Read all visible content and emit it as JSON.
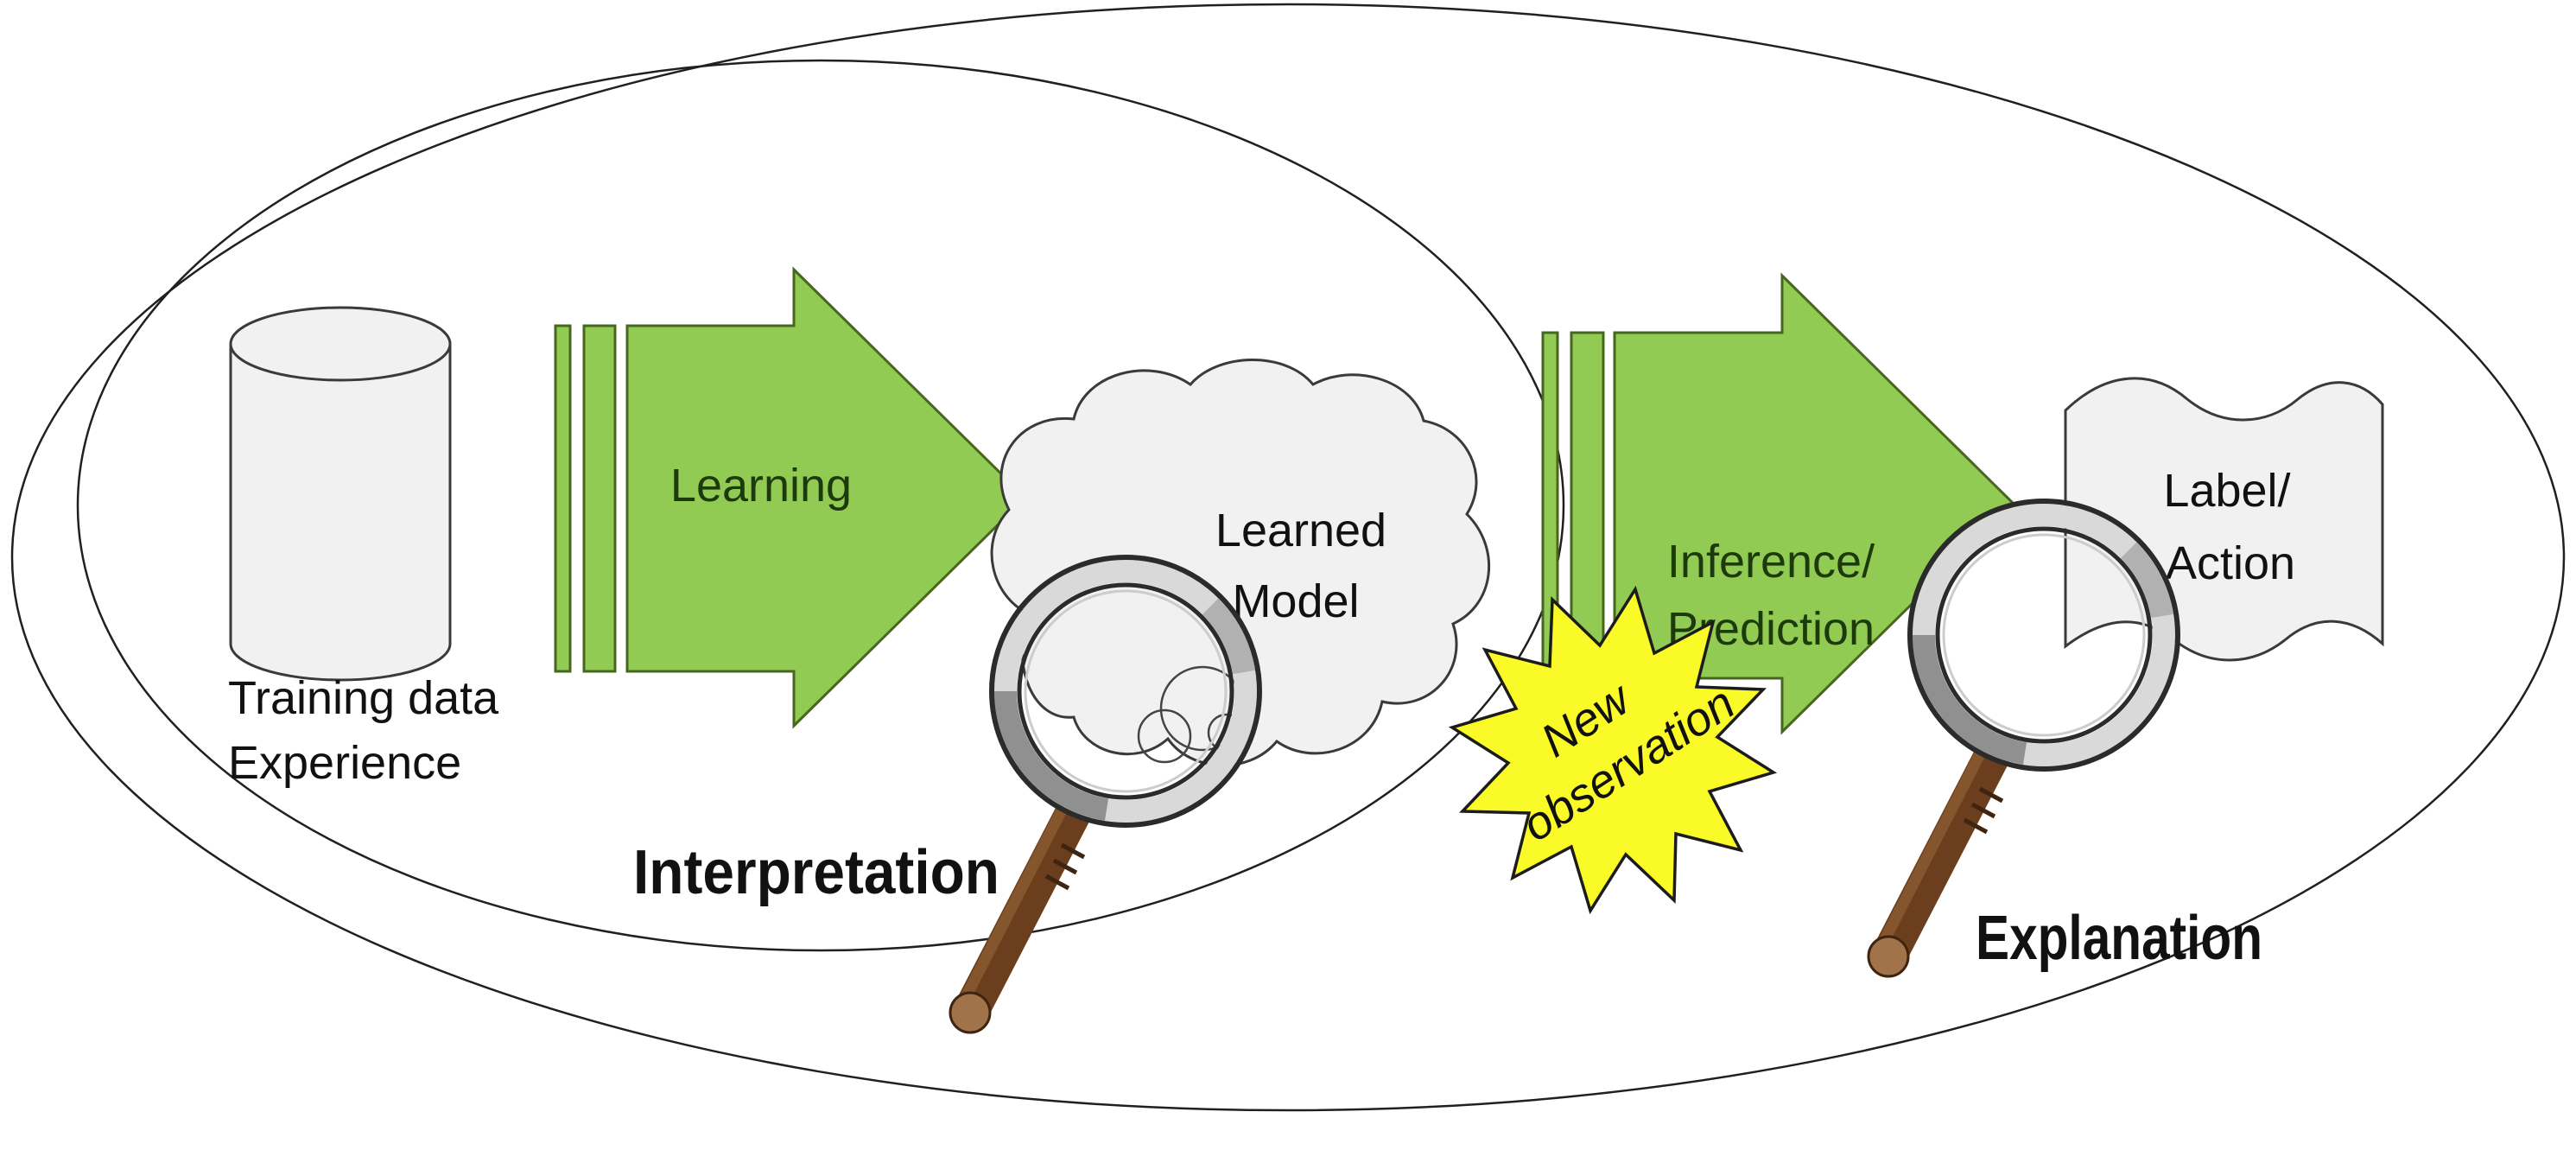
{
  "colors": {
    "arrow_green": "#92CB53",
    "arrow_outline": "#47661F",
    "arrow_text_green": "#1D3A0C",
    "shape_fill": "#F1F1F1",
    "shape_outline": "#3A3A3A",
    "star_yellow": "#FAFA28",
    "handle_brown": "#6B3E1E",
    "label_black": "#111111"
  },
  "nodes": {
    "training_data": {
      "line1": "Training data",
      "line2": "Experience"
    },
    "learning_arrow": {
      "label": "Learning"
    },
    "learned_model": {
      "line1": "Learned",
      "line2": "Model"
    },
    "interpretation": {
      "label": "Interpretation"
    },
    "new_observation": {
      "line1": "New",
      "line2": "observation"
    },
    "inference_arrow": {
      "line1": "Inference/",
      "line2": "Prediction"
    },
    "label_action": {
      "line1": "Label/",
      "line2": "Action"
    },
    "explanation": {
      "label": "Explanation"
    }
  }
}
